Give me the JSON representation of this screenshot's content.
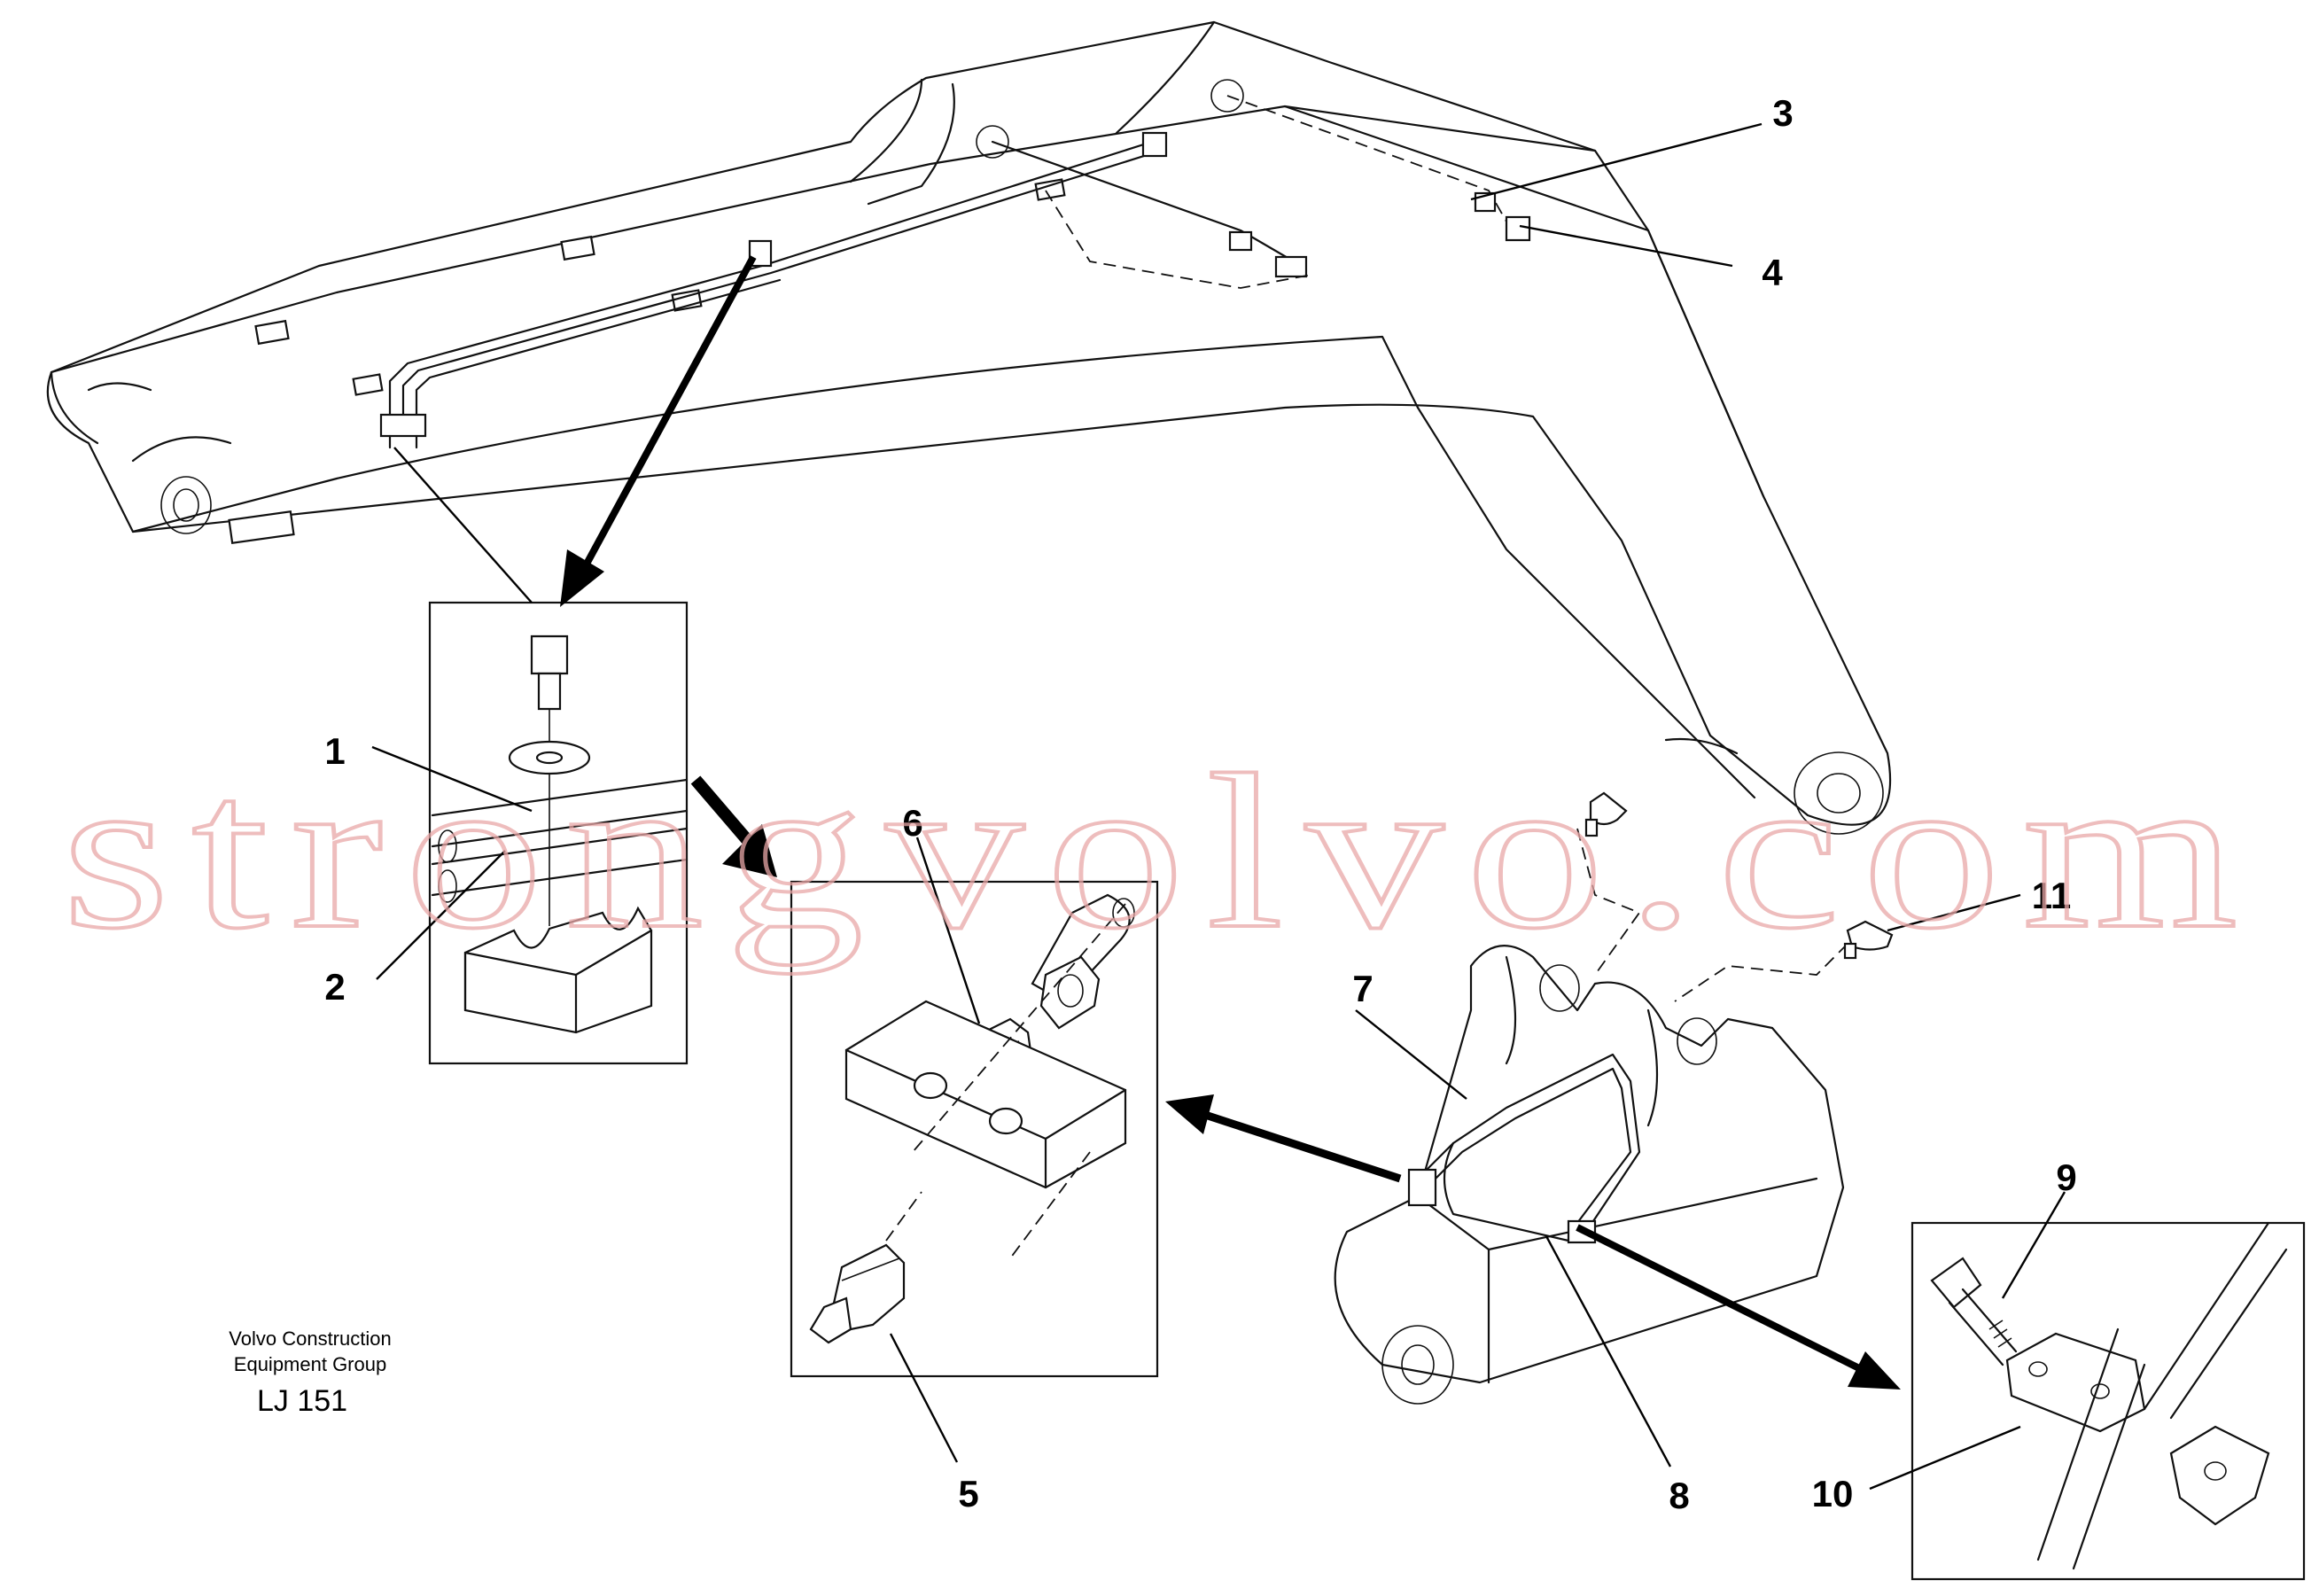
{
  "callouts": [
    {
      "num": "1"
    },
    {
      "num": "2"
    },
    {
      "num": "3"
    },
    {
      "num": "4"
    },
    {
      "num": "5"
    },
    {
      "num": "6"
    },
    {
      "num": "7"
    },
    {
      "num": "8"
    },
    {
      "num": "9"
    },
    {
      "num": "10"
    },
    {
      "num": "11"
    }
  ],
  "credit": {
    "line1": "Volvo Construction",
    "line2": "Equipment Group"
  },
  "drawing_code": "LJ 151",
  "watermark": "strongvolvo.com"
}
